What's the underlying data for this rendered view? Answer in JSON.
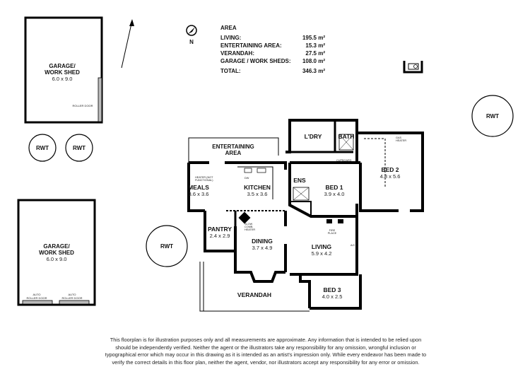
{
  "area_table": {
    "title": "AREA",
    "rows": [
      {
        "label": "LIVING:",
        "value": "195.5 m²"
      },
      {
        "label": "ENTERTAINING AREA:",
        "value": "15.3 m²"
      },
      {
        "label": "VERANDAH:",
        "value": "27.5 m²"
      },
      {
        "label": "GARAGE / WORK SHEDS:",
        "value": "108.0 m²"
      }
    ],
    "total": {
      "label": "TOTAL:",
      "value": "346.3 m²"
    }
  },
  "compass": {
    "north_label": "N"
  },
  "garage_top": {
    "name": "GARAGE/",
    "name2": "WORK SHED",
    "size": "6.0 x 9.0",
    "door": "ROLLER DOOR"
  },
  "garage_bottom": {
    "name": "GARAGE/",
    "name2": "WORK SHED",
    "size": "6.0 x 9.0",
    "door_left_1": "AUTO",
    "door_left_2": "ROLLER DOOR",
    "door_right_1": "AUTO",
    "door_right_2": "ROLLER DOOR"
  },
  "tanks": {
    "rwt_left": "RWT",
    "rwt_mid": "RWT",
    "rwt_center": "RWT",
    "rwt_right": "RWT"
  },
  "rooms": {
    "entertaining": {
      "name": "ENTERTAINING",
      "name2": "AREA"
    },
    "laundry": {
      "name": "L'DRY"
    },
    "bath": {
      "name": "BATH"
    },
    "bed2": {
      "name": "BED 2",
      "size": "4.8 x 5.6"
    },
    "meals": {
      "name": "MEALS",
      "size": "3.6 x 3.6"
    },
    "kitchen": {
      "name": "KITCHEN",
      "size": "3.5 x 3.6"
    },
    "ens": {
      "name": "ENS"
    },
    "bed1": {
      "name": "BED 1",
      "size": "3.9 x 4.0"
    },
    "pantry": {
      "name": "PANTRY",
      "size": "2.4 x 2.9"
    },
    "dining": {
      "name": "DINING",
      "size": "3.7 x 4.9"
    },
    "living": {
      "name": "LIVING",
      "size": "5.9 x 4.2"
    },
    "bed3": {
      "name": "BED 3",
      "size": "4.0 x 2.5"
    },
    "verandah": {
      "name": "VERANDAH"
    }
  },
  "fixtures": {
    "heater": "HEATER (NOT",
    "heater2": "FUNCTIONAL)",
    "slow_comb": "SLOW",
    "slow_comb2": "COMB.",
    "slow_comb3": "HEATER",
    "fire_place": "FIRE",
    "fire_place2": "PLACE",
    "dw": "DW",
    "cupboard": "CUPBOARD",
    "gas_heater": "GAS",
    "gas_heater2": "HEATER",
    "ac": "A/C"
  },
  "disclaimer": "This floorplan is for illustration purposes only and all measurements are approximate. Any information that is intended to be relied upon should be independently verified. Neither the agent or the illustrators take any responsibility for any omission, wrongful inclusion or typographical error which may occur in this drawing as it is intended as an artist's impression only. While every endeavor has been made to verify the correct details in this floor plan, neither the agent, vendor, nor illustrators accept any responsibility for any error or omission."
}
